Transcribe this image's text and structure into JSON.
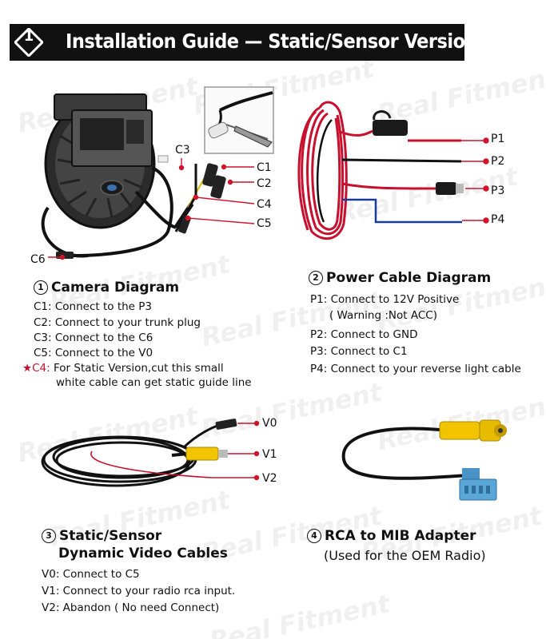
{
  "header": {
    "badge_number": "1",
    "title": "Installation Guide — Static/Sensor Version"
  },
  "watermark": "Real Fitment",
  "camera_diagram": {
    "title_num": "1",
    "title": "Camera Diagram",
    "labels": [
      "C1",
      "C2",
      "C3",
      "C4",
      "C5",
      "C6"
    ],
    "lines": [
      {
        "key": "C1:",
        "text": "Connect to the P3"
      },
      {
        "key": "C2:",
        "text": "Connect to your trunk plug"
      },
      {
        "key": "C3:",
        "text": "Connect to the C6"
      },
      {
        "key": "C5:",
        "text": "Connect to the V0"
      },
      {
        "key": "C4:",
        "text": "For Static Version,cut this small"
      }
    ],
    "star": "★",
    "continuation": "white cable can get static guide line"
  },
  "power_cable": {
    "title_num": "2",
    "title": "Power Cable Diagram",
    "labels": [
      "P1",
      "P2",
      "P3",
      "P4"
    ],
    "lines": [
      {
        "key": "P1:",
        "text": "Connect to 12V Positive"
      },
      {
        "key": "",
        "text": "( Warning :Not ACC)"
      },
      {
        "key": "P2:",
        "text": "Connect to GND"
      },
      {
        "key": "P3:",
        "text": "Connect to C1"
      },
      {
        "key": "P4:",
        "text": "Connect to your reverse light cable"
      }
    ]
  },
  "video_cables": {
    "title_num": "3",
    "title_line1": "Static/Sensor",
    "title_line2": "Dynamic Video Cables",
    "labels": [
      "V0",
      "V1",
      "V2"
    ],
    "lines": [
      {
        "key": "V0:",
        "text": "Connect to C5"
      },
      {
        "key": "V1:",
        "text": "Connect to your radio rca input."
      },
      {
        "key": "V2:",
        "text": "Abandon ( No need Connect)"
      }
    ]
  },
  "adapter": {
    "title_num": "4",
    "title": "RCA to MIB Adapter",
    "subtitle": "(Used for the OEM Radio)"
  },
  "colors": {
    "header_bg": "#111111",
    "red_wire": "#d0142a",
    "rca_yellow": "#f2c400",
    "blue_wire": "#1a3a9c",
    "mib_blue": "#5aa6d6",
    "label_red": "#c8102e"
  }
}
